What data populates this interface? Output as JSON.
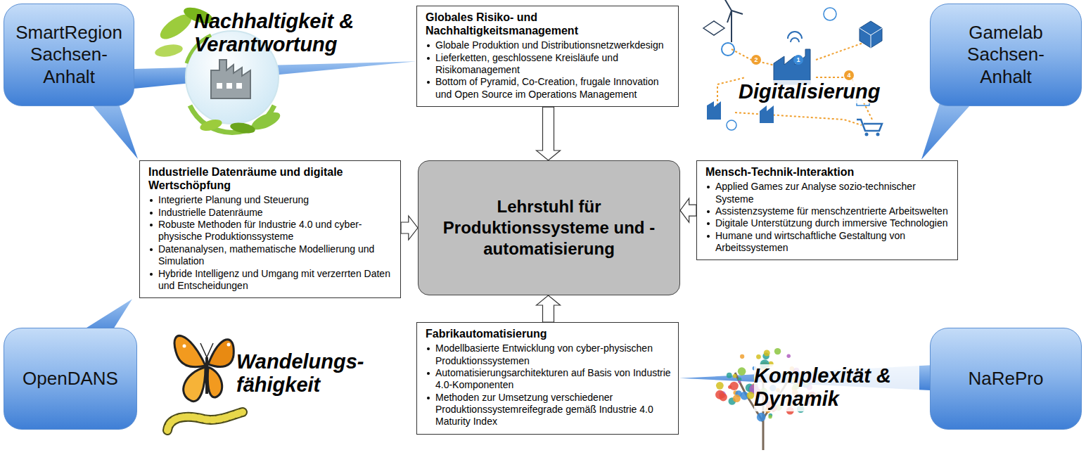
{
  "diagram": {
    "nodes": [
      {
        "text": [
          "SmartRegion Sachsen-Anhalt"
        ]
      },
      {
        "text": [
          "Globales Risiko- und Nachhaltigkeitsmanagement",
          "Globale Produktion und Distributionsnetzwerkdesign",
          "Lieferketten, geschlossene Kreisläufe und Risikomanagement",
          "Bottom of Pyramid, Co-Creation, frugale Innovation und Open Source im Operations Management"
        ]
      },
      {
        "text": [
          "Gamelab Sachsen-Anhalt"
        ]
      },
      {
        "text": [
          "Industrielle Datenräume und digitale Wertschöpfung",
          "Integrierte Planung und Steuerung",
          "Industrielle Datenräume",
          "Robuste Methoden für Industrie 4.0 und cyber-physische Produktionssysteme",
          "Datenanalysen, mathematische Modellierung und Simulation",
          "Hybride Intelligenz und Umgang mit verzerrten Daten und Entscheidungen"
        ]
      },
      {
        "text": [
          "Lehrstuhl für Produktionssysteme und -automatisierung"
        ]
      },
      {
        "text": [
          "Mensch-Technik-Interaktion",
          "Applied Games zur Analyse sozio-technischer Systeme",
          "Assistenzsysteme für menschzentrierte Arbeitswelten",
          "Digitale Unterstützung durch immersive Technologien",
          "Humane und wirtschaftliche Gestaltung von Arbeitssystemen"
        ]
      },
      {
        "text": [
          "OpenDANS"
        ]
      },
      {
        "text": [
          "Fabrikautomatisierung",
          "Modellbasierte Entwicklung von cyber-physischen Produktionssystemen",
          "Automatisierungsarchitekturen auf Basis von Industrie 4.0-Komponenten",
          "Methoden zur Umsetzung verschiedener Produktionssystemreifegrade gemäß Industrie 4.0 Maturity Index"
        ]
      },
      {
        "text": [
          "NaRePro"
        ]
      }
    ],
    "edges": [
      {
        "from": 1,
        "to": 4,
        "arrow": "to"
      },
      {
        "from": 3,
        "to": 4,
        "arrow": "to"
      },
      {
        "from": 5,
        "to": 4,
        "arrow": "to"
      },
      {
        "from": 7,
        "to": 4,
        "arrow": "to"
      },
      {
        "from": 0,
        "to": 1,
        "arrow": "none"
      },
      {
        "from": 0,
        "to": 3,
        "arrow": "none"
      },
      {
        "from": 2,
        "to": 5,
        "arrow": "none"
      },
      {
        "from": 6,
        "to": 3,
        "arrow": "none"
      },
      {
        "from": 8,
        "to": 7,
        "arrow": "none"
      }
    ],
    "labels": [
      "Nachhaltigkeit & Verantwortung",
      "Digitalisierung",
      "Wandelungs- fähigkeit",
      "Komplexität & Dynamik",
      "2",
      "1",
      "4"
    ]
  }
}
